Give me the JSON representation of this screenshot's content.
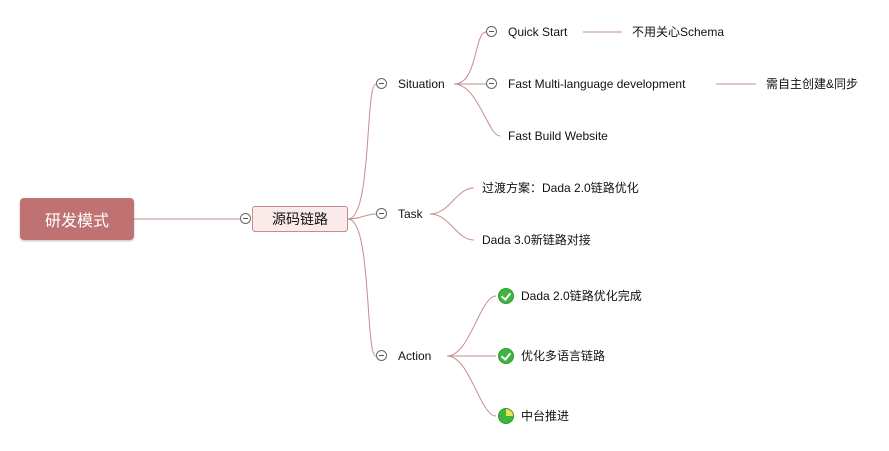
{
  "root": {
    "label": "研发模式"
  },
  "main": {
    "label": "源码链路"
  },
  "situation": {
    "label": "Situation",
    "children": [
      {
        "label": "Quick Start",
        "note": "不用关心Schema"
      },
      {
        "label": "Fast Multi-language development",
        "note": "需自主创建&同步"
      },
      {
        "label": "Fast Build Website"
      }
    ]
  },
  "task": {
    "label": "Task",
    "children": [
      {
        "label": "过渡方案：Dada 2.0链路优化"
      },
      {
        "label": "Dada 3.0新链路对接"
      }
    ]
  },
  "action": {
    "label": "Action",
    "children": [
      {
        "label": "Dada 2.0链路优化完成",
        "status": "done"
      },
      {
        "label": "优化多语言链路",
        "status": "done"
      },
      {
        "label": "中台推进",
        "status": "in-progress",
        "progress": 0.25
      }
    ]
  },
  "colors": {
    "root": "#c07272",
    "line": "#c98c8c",
    "done": "#3fb43f",
    "partial": "#e8e25a"
  }
}
